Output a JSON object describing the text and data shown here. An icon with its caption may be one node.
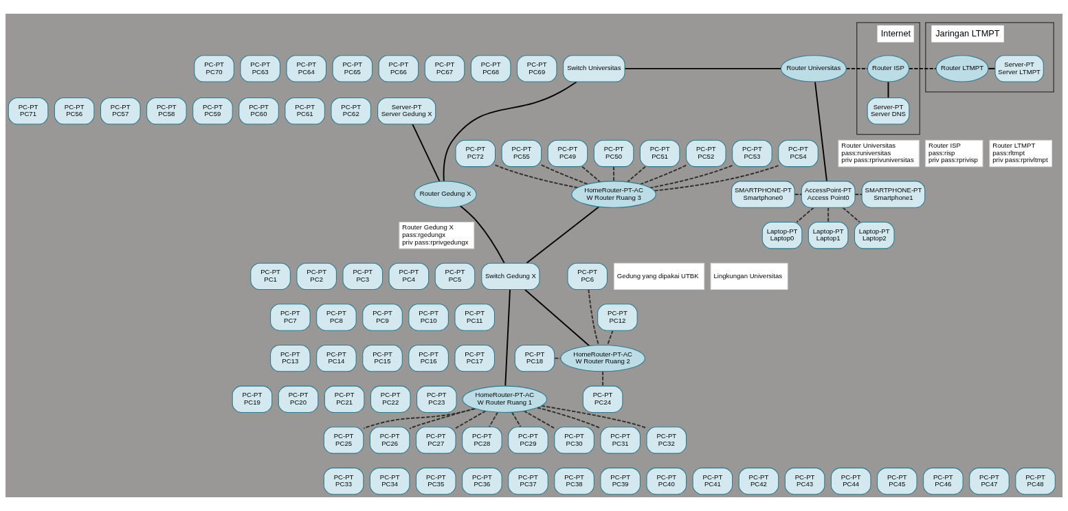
{
  "diagram": {
    "nodes": [
      {
        "text": [
          "PC-PT",
          "PC70"
        ]
      },
      {
        "text": [
          "PC-PT",
          "PC63"
        ]
      },
      {
        "text": [
          "PC-PT",
          "PC64"
        ]
      },
      {
        "text": [
          "PC-PT",
          "PC65"
        ]
      },
      {
        "text": [
          "PC-PT",
          "PC66"
        ]
      },
      {
        "text": [
          "PC-PT",
          "PC67"
        ]
      },
      {
        "text": [
          "PC-PT",
          "PC68"
        ]
      },
      {
        "text": [
          "PC-PT",
          "PC69"
        ]
      },
      {
        "text": [
          "PC-PT",
          "PC71"
        ]
      },
      {
        "text": [
          "PC-PT",
          "PC56"
        ]
      },
      {
        "text": [
          "PC-PT",
          "PC57"
        ]
      },
      {
        "text": [
          "PC-PT",
          "PC58"
        ]
      },
      {
        "text": [
          "PC-PT",
          "PC59"
        ]
      },
      {
        "text": [
          "PC-PT",
          "PC60"
        ]
      },
      {
        "text": [
          "PC-PT",
          "PC61"
        ]
      },
      {
        "text": [
          "PC-PT",
          "PC62"
        ]
      },
      {
        "text": [
          "PC-PT",
          "PC72"
        ]
      },
      {
        "text": [
          "PC-PT",
          "PC55"
        ]
      },
      {
        "text": [
          "PC-PT",
          "PC49"
        ]
      },
      {
        "text": [
          "PC-PT",
          "PC50"
        ]
      },
      {
        "text": [
          "PC-PT",
          "PC51"
        ]
      },
      {
        "text": [
          "PC-PT",
          "PC52"
        ]
      },
      {
        "text": [
          "PC-PT",
          "PC53"
        ]
      },
      {
        "text": [
          "PC-PT",
          "PC54"
        ]
      },
      {
        "text": [
          "Router LTMPT",
          "pass:rltmpt",
          "priv pass:rprivltmpt"
        ]
      },
      {
        "text": [
          "Router ISP",
          "pass:risp",
          "priv pass:rprivisp"
        ]
      },
      {
        "text": [
          "Router Universitas",
          "pass:runiversitas",
          "priv pass:rprivuniversitas"
        ]
      },
      {
        "text": [
          "Jaringan LTMPT"
        ]
      },
      {
        "text": [
          "Internet"
        ]
      },
      {
        "text": [
          "Server-PT",
          "Server Gedung X"
        ]
      },
      {
        "text": [
          "Switch Universitas"
        ]
      },
      {
        "text": [
          "Router Universitas"
        ]
      },
      {
        "text": [
          "Router ISP"
        ],
        "in": 28
      },
      {
        "text": [
          "Router LTMPT"
        ],
        "in": 27
      },
      {
        "text": [
          "Server-PT",
          "Server LTMPT"
        ],
        "in": 27
      },
      {
        "text": [
          "SMARTPHONE-PT",
          "Smartphone0"
        ]
      },
      {
        "text": [
          "SMARTPHONE-PT",
          "Smartphone1"
        ]
      },
      {
        "text": [
          "HomeRouter-PT-AC",
          "W Router Ruang 3"
        ]
      },
      {
        "text": [
          "Router Gedung X"
        ]
      },
      {
        "text": [
          "AccessPoint-PT",
          "Access Point0"
        ]
      },
      {
        "text": [
          "Server-PT",
          "Server DNS"
        ],
        "in": 28
      },
      {
        "text": [
          "Laptop-PT",
          "Laptop0"
        ]
      },
      {
        "text": [
          "Laptop-PT",
          "Laptop1"
        ]
      },
      {
        "text": [
          "Laptop-PT",
          "Laptop2"
        ]
      },
      {
        "text": [
          "Router Gedung X",
          "pass:rgedungx",
          "priv pass:rprivgedungx"
        ]
      },
      {
        "text": [
          "Gedung yang dipakai UTBK"
        ]
      },
      {
        "text": [
          "Lingkungan Universitas"
        ]
      },
      {
        "text": [
          "Switch Gedung X"
        ]
      },
      {
        "text": [
          "PC-PT",
          "PC1"
        ]
      },
      {
        "text": [
          "PC-PT",
          "PC2"
        ]
      },
      {
        "text": [
          "PC-PT",
          "PC3"
        ]
      },
      {
        "text": [
          "PC-PT",
          "PC4"
        ]
      },
      {
        "text": [
          "PC-PT",
          "PC5"
        ]
      },
      {
        "text": [
          "PC-PT",
          "PC6"
        ]
      },
      {
        "text": [
          "PC-PT",
          "PC7"
        ]
      },
      {
        "text": [
          "PC-PT",
          "PC8"
        ]
      },
      {
        "text": [
          "PC-PT",
          "PC9"
        ]
      },
      {
        "text": [
          "PC-PT",
          "PC10"
        ]
      },
      {
        "text": [
          "PC-PT",
          "PC11"
        ]
      },
      {
        "text": [
          "PC-PT",
          "PC12"
        ]
      },
      {
        "text": [
          "HomeRouter-PT-AC",
          "W Router Ruang 2"
        ]
      },
      {
        "text": [
          "PC-PT",
          "PC13"
        ]
      },
      {
        "text": [
          "PC-PT",
          "PC14"
        ]
      },
      {
        "text": [
          "PC-PT",
          "PC15"
        ]
      },
      {
        "text": [
          "PC-PT",
          "PC16"
        ]
      },
      {
        "text": [
          "PC-PT",
          "PC17"
        ]
      },
      {
        "text": [
          "PC-PT",
          "PC18"
        ]
      },
      {
        "text": [
          "PC-PT",
          "PC19"
        ]
      },
      {
        "text": [
          "PC-PT",
          "PC20"
        ]
      },
      {
        "text": [
          "PC-PT",
          "PC21"
        ]
      },
      {
        "text": [
          "PC-PT",
          "PC22"
        ]
      },
      {
        "text": [
          "PC-PT",
          "PC23"
        ]
      },
      {
        "text": [
          "PC-PT",
          "PC24"
        ]
      },
      {
        "text": [
          "HomeRouter-PT-AC",
          "W Router Ruang 1"
        ]
      },
      {
        "text": [
          "PC-PT",
          "PC25"
        ]
      },
      {
        "text": [
          "PC-PT",
          "PC26"
        ]
      },
      {
        "text": [
          "PC-PT",
          "PC27"
        ]
      },
      {
        "text": [
          "PC-PT",
          "PC28"
        ]
      },
      {
        "text": [
          "PC-PT",
          "PC29"
        ]
      },
      {
        "text": [
          "PC-PT",
          "PC30"
        ]
      },
      {
        "text": [
          "PC-PT",
          "PC31"
        ]
      },
      {
        "text": [
          "PC-PT",
          "PC32"
        ]
      },
      {
        "text": [
          "PC-PT",
          "PC33"
        ]
      },
      {
        "text": [
          "PC-PT",
          "PC34"
        ]
      },
      {
        "text": [
          "PC-PT",
          "PC35"
        ]
      },
      {
        "text": [
          "PC-PT",
          "PC36"
        ]
      },
      {
        "text": [
          "PC-PT",
          "PC37"
        ]
      },
      {
        "text": [
          "PC-PT",
          "PC38"
        ]
      },
      {
        "text": [
          "PC-PT",
          "PC39"
        ]
      },
      {
        "text": [
          "PC-PT",
          "PC40"
        ]
      },
      {
        "text": [
          "PC-PT",
          "PC41"
        ]
      },
      {
        "text": [
          "PC-PT",
          "PC42"
        ]
      },
      {
        "text": [
          "PC-PT",
          "PC43"
        ]
      },
      {
        "text": [
          "PC-PT",
          "PC44"
        ]
      },
      {
        "text": [
          "PC-PT",
          "PC45"
        ]
      },
      {
        "text": [
          "PC-PT",
          "PC46"
        ]
      },
      {
        "text": [
          "PC-PT",
          "PC47"
        ]
      },
      {
        "text": [
          "PC-PT",
          "PC48"
        ]
      }
    ],
    "edges": [
      {
        "from": 37,
        "to": 47,
        "arrow": "none",
        "color": "#000000"
      },
      {
        "from": 47,
        "to": 60,
        "arrow": "none",
        "color": "#000000"
      },
      {
        "from": 47,
        "to": 73,
        "arrow": "none",
        "color": "#000000"
      },
      {
        "from": 38,
        "to": 47,
        "arrow": "none",
        "color": "#000000"
      },
      {
        "from": 29,
        "to": 38,
        "arrow": "none",
        "color": "#000000"
      },
      {
        "from": 30,
        "to": 38,
        "arrow": "none",
        "color": "#000000"
      },
      {
        "from": 30,
        "to": 31,
        "arrow": "none",
        "color": "#000000"
      },
      {
        "from": 31,
        "to": 39,
        "arrow": "none",
        "color": "#000000"
      },
      {
        "from": 31,
        "to": 32,
        "arrow": "none",
        "style": "dashed",
        "color": "#000000"
      },
      {
        "from": 32,
        "to": 40,
        "arrow": "none",
        "color": "#000000"
      },
      {
        "from": 32,
        "to": 33,
        "arrow": "none",
        "style": "dashed",
        "color": "#000000"
      },
      {
        "from": 33,
        "to": 34,
        "arrow": "none",
        "color": "#000000"
      },
      {
        "from": 16,
        "to": 37,
        "arrow": "none",
        "style": "dashed"
      },
      {
        "from": 17,
        "to": 37,
        "arrow": "none",
        "style": "dashed"
      },
      {
        "from": 18,
        "to": 37,
        "arrow": "none",
        "style": "dashed"
      },
      {
        "from": 19,
        "to": 37,
        "arrow": "none",
        "style": "dashed"
      },
      {
        "from": 20,
        "to": 37,
        "arrow": "none",
        "style": "dashed"
      },
      {
        "from": 21,
        "to": 37,
        "arrow": "none",
        "style": "dashed"
      },
      {
        "from": 22,
        "to": 37,
        "arrow": "none",
        "style": "dashed"
      },
      {
        "from": 23,
        "to": 37,
        "arrow": "none",
        "style": "dashed"
      },
      {
        "from": 53,
        "to": 60,
        "arrow": "none",
        "style": "dashed"
      },
      {
        "from": 59,
        "to": 60,
        "arrow": "none",
        "style": "dashed"
      },
      {
        "from": 66,
        "to": 60,
        "arrow": "none",
        "style": "dashed"
      },
      {
        "from": 60,
        "to": 72,
        "arrow": "none",
        "style": "dashed"
      },
      {
        "from": 73,
        "to": 74,
        "arrow": "none",
        "style": "dashed"
      },
      {
        "from": 73,
        "to": 75,
        "arrow": "none",
        "style": "dashed"
      },
      {
        "from": 73,
        "to": 76,
        "arrow": "none",
        "style": "dashed"
      },
      {
        "from": 73,
        "to": 77,
        "arrow": "none",
        "style": "dashed"
      },
      {
        "from": 73,
        "to": 78,
        "arrow": "none",
        "style": "dashed"
      },
      {
        "from": 73,
        "to": 79,
        "arrow": "none",
        "style": "dashed"
      },
      {
        "from": 73,
        "to": 80,
        "arrow": "none",
        "style": "dashed"
      },
      {
        "from": 73,
        "to": 81,
        "arrow": "none",
        "style": "dashed"
      },
      {
        "from": 35,
        "to": 39,
        "arrow": "none",
        "style": "dashed"
      },
      {
        "from": 39,
        "to": 36,
        "arrow": "none",
        "style": "dashed"
      },
      {
        "from": 39,
        "to": 41,
        "arrow": "none",
        "style": "dashed"
      },
      {
        "from": 39,
        "to": 42,
        "arrow": "none",
        "style": "dashed"
      },
      {
        "from": 39,
        "to": 43,
        "arrow": "none",
        "style": "dashed"
      }
    ]
  }
}
